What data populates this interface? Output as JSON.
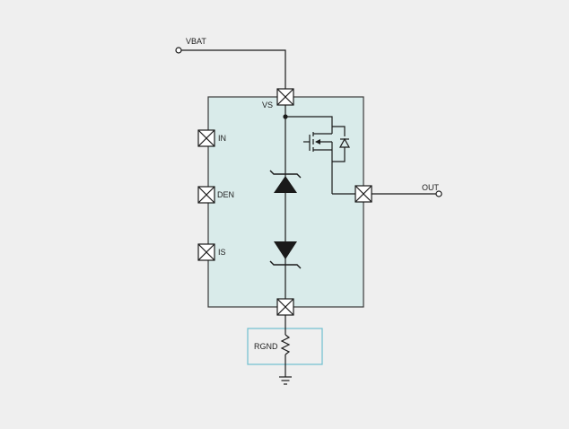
{
  "colors": {
    "background": "#efefef",
    "chip_fill": "#d9ebea",
    "chip_stroke": "#3a3a3a",
    "wire": "#1a1a1a",
    "rgnd_box_stroke": "#6fbfcf"
  },
  "labels": {
    "vbat": "VBAT",
    "vs": "VS",
    "in": "IN",
    "den": "DEN",
    "is": "IS",
    "out": "OUT",
    "rgnd": "RGND"
  },
  "icons": {
    "pin": "pin-x-box-icon",
    "mosfet": "mosfet-icon",
    "body_diode": "diode-icon",
    "zener": "zener-diode-icon",
    "resistor": "resistor-icon",
    "ground": "ground-icon"
  }
}
